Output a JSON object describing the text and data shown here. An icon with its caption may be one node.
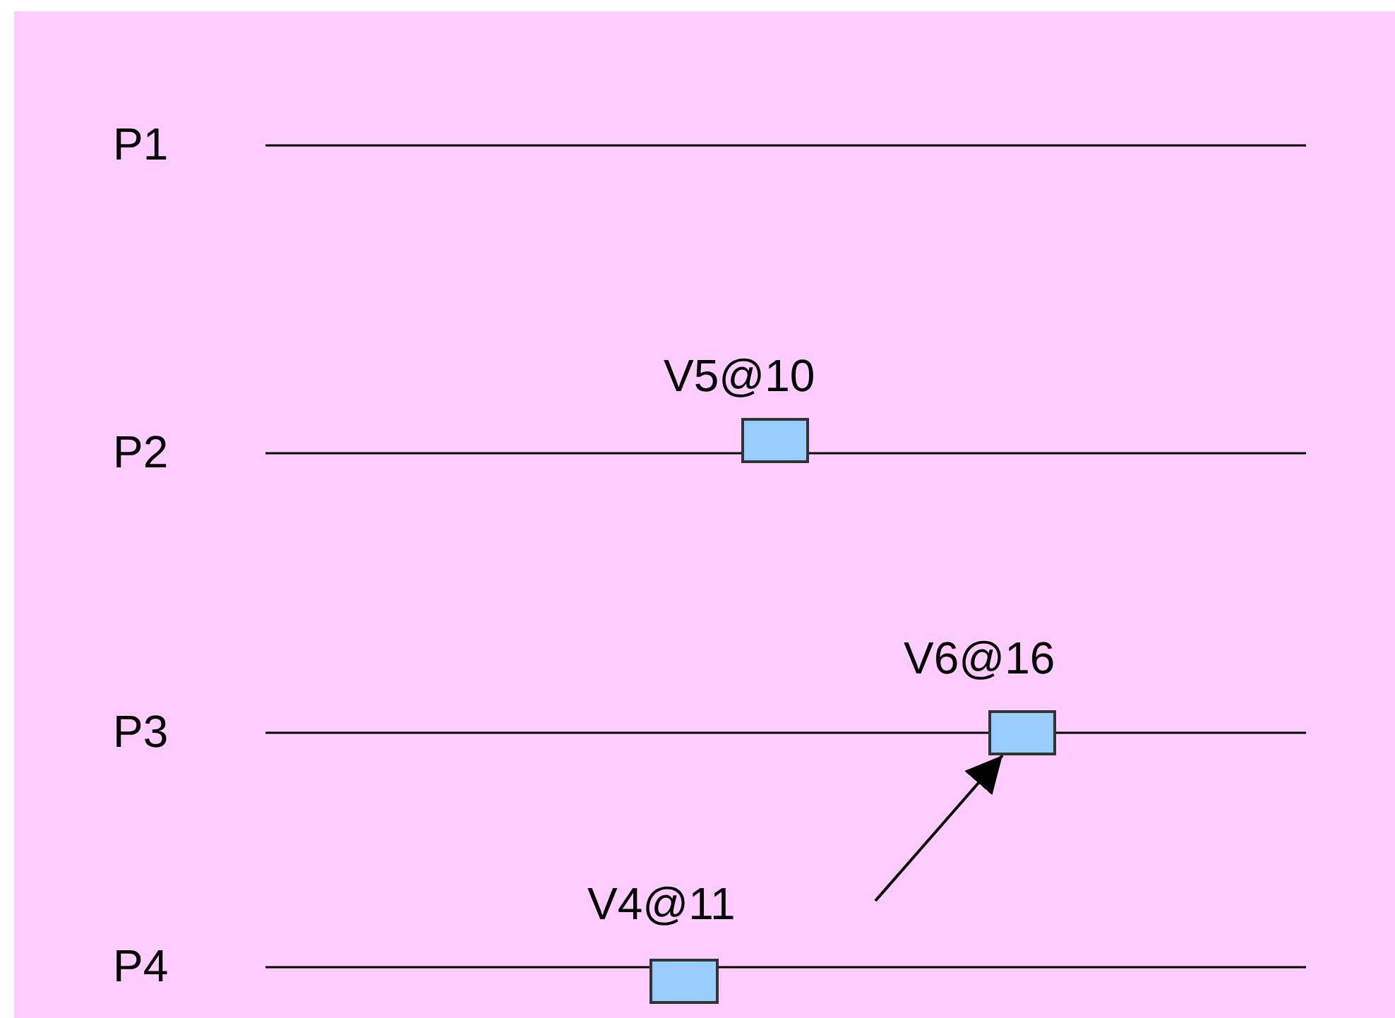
{
  "diagram": {
    "nodes": [
      {
        "text": [],
        "shape": "box",
        "beside": [
          "V5@10"
        ]
      },
      {
        "text": [],
        "shape": "box",
        "beside": [
          "V6@16"
        ]
      },
      {
        "text": [],
        "shape": "box",
        "beside": [
          "V4@11"
        ]
      }
    ],
    "edges": [
      {
        "from": null,
        "to": 1,
        "arrow": "to"
      }
    ],
    "labels": [
      "P1",
      "P2",
      "P3",
      "P4"
    ]
  }
}
